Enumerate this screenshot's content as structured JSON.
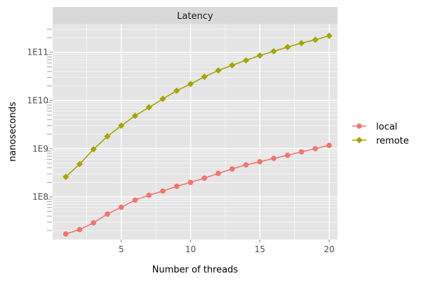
{
  "chart_data": {
    "type": "line",
    "title": "Latency",
    "xlabel": "Number of threads",
    "ylabel": "nanoseconds",
    "yscale": "log10",
    "xlim": [
      0.05,
      20.6
    ],
    "ylim": [
      13000000,
      390000000000
    ],
    "x_ticks": [
      5,
      10,
      15,
      20
    ],
    "x_tick_labels": [
      "5",
      "10",
      "15",
      "20"
    ],
    "y_ticks": [
      100000000,
      1000000000,
      10000000000,
      100000000000
    ],
    "y_tick_labels": [
      "1E8",
      "1E9",
      "1E10",
      "1E11"
    ],
    "grid": true,
    "legend_position": "right",
    "background": "#e5e5e5",
    "grid_color": "#ffffff",
    "strip_color": "#d9d9d9",
    "x": [
      1,
      2,
      3,
      4,
      5,
      6,
      7,
      8,
      9,
      10,
      11,
      12,
      13,
      14,
      15,
      16,
      17,
      18,
      19,
      20
    ],
    "series": [
      {
        "name": "local",
        "color": "#f0766e",
        "marker": "circle",
        "values": [
          17000000,
          21000000,
          29000000,
          44000000,
          61000000,
          86000000,
          108000000,
          132000000,
          166000000,
          200000000,
          245000000,
          307000000,
          380000000,
          460000000,
          537000000,
          630000000,
          730000000,
          860000000,
          1000000000,
          1170000000
        ]
      },
      {
        "name": "remote",
        "color": "#a5a500",
        "marker": "diamond",
        "values": [
          260000000,
          480000000,
          970000000,
          1800000000,
          3000000000,
          4800000000,
          7200000000,
          10800000000,
          16000000000,
          22000000000,
          31000000000,
          42000000000,
          54000000000,
          68000000000,
          86000000000,
          105000000000,
          128000000000,
          155000000000,
          182000000000,
          220000000000
        ]
      }
    ]
  }
}
